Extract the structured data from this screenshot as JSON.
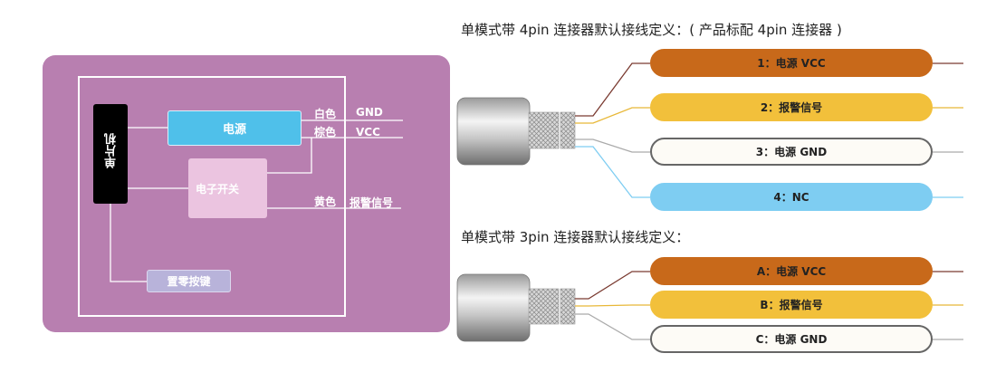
{
  "block_diagram": {
    "mcu_label": "单片机",
    "power_label": "电源",
    "switch_label": "电子开关",
    "reset_key_label": "置零按键",
    "wires": [
      {
        "color_name": "白色",
        "signal": "GND"
      },
      {
        "color_name": "棕色",
        "signal": "VCC"
      },
      {
        "color_name": "黄色",
        "signal": "报警信号"
      }
    ],
    "colors": {
      "panel": "#b87fb0",
      "power": "#4fc0ea",
      "switch": "#ebc4e0",
      "key": "#b8b3da"
    }
  },
  "connector_4pin": {
    "title": "单模式带 4pin 连接器默认接线定义：( 产品标配 4pin 连接器 )",
    "pins": [
      {
        "label": "1：电源 VCC",
        "fill": "#c8691a",
        "stroke": "#c8691a",
        "wire": "#7a3a30"
      },
      {
        "label": "2：报警信号",
        "fill": "#f2c03b",
        "stroke": "#f2c03b",
        "wire": "#e8b838"
      },
      {
        "label": "3：电源 GND",
        "fill": "#fdfbf6",
        "stroke": "#666666",
        "wire": "#aaaaaa"
      },
      {
        "label": "4：NC",
        "fill": "#7ecdf2",
        "stroke": "#7ecdf2",
        "wire": "#7ecdf2"
      }
    ]
  },
  "connector_3pin": {
    "title": "单模式带 3pin 连接器默认接线定义：",
    "pins": [
      {
        "label": "A：电源 VCC",
        "fill": "#c8691a",
        "stroke": "#c8691a",
        "wire": "#7a3a30"
      },
      {
        "label": "B：报警信号",
        "fill": "#f2c03b",
        "stroke": "#f2c03b",
        "wire": "#e8b838"
      },
      {
        "label": "C：电源 GND",
        "fill": "#fdfbf6",
        "stroke": "#666666",
        "wire": "#aaaaaa"
      }
    ]
  }
}
